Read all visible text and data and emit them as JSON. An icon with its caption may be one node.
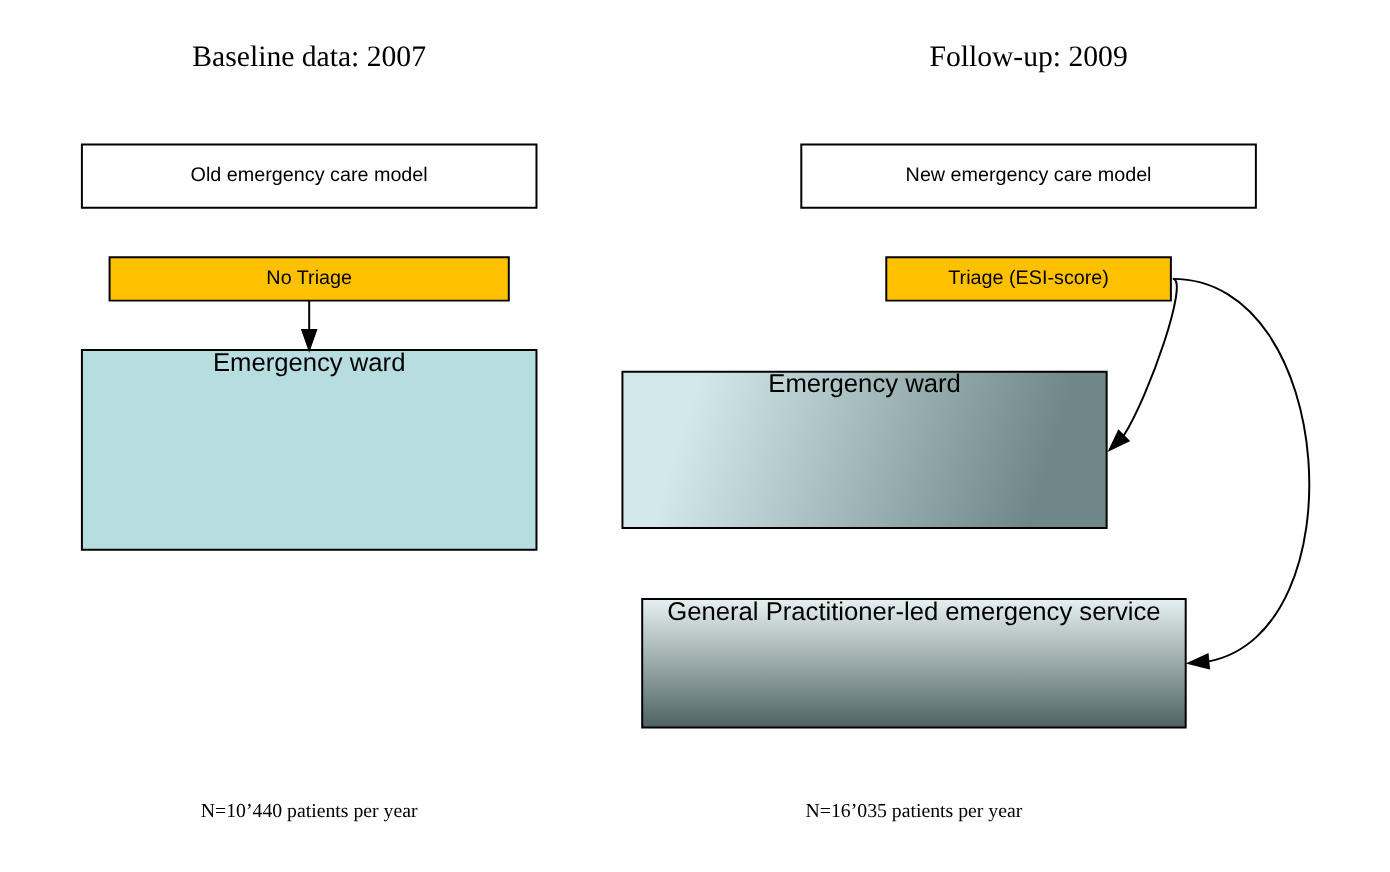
{
  "diagram": {
    "nodes": [
      {
        "text": [
          "Old emergency care model"
        ]
      },
      {
        "text": [
          "No Triage"
        ]
      },
      {
        "text": [
          "Emergency ward"
        ]
      },
      {
        "text": [
          "New emergency care model"
        ]
      },
      {
        "text": [
          "Triage (ESI-score)"
        ]
      },
      {
        "text": [
          "Emergency ward"
        ]
      },
      {
        "text": [
          "General Practitioner-led emergency service"
        ]
      }
    ],
    "edges": [
      {
        "from": 1,
        "to": 2,
        "arrow": "to"
      },
      {
        "from": 4,
        "to": 5,
        "arrow": "to"
      },
      {
        "from": 4,
        "to": 6,
        "arrow": "to"
      }
    ],
    "labels": [
      "Baseline data: 2007",
      "Follow-up: 2009",
      "N=10’440 patients per year",
      "N=16’035 patients per year"
    ]
  }
}
